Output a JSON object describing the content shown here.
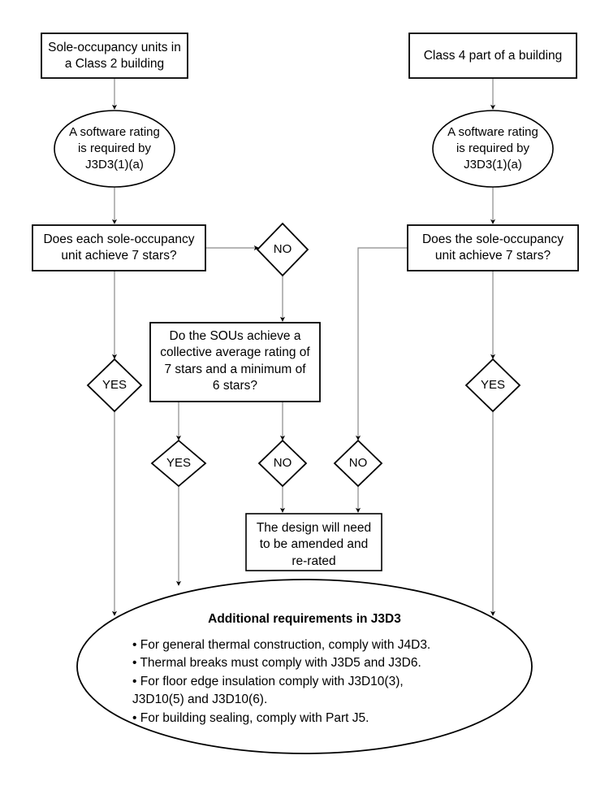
{
  "diagram": {
    "type": "flowchart",
    "title": "Additional requirements in J3D3",
    "background_color": "#ffffff",
    "stroke_color": "#000000",
    "connector_color": "#808080",
    "nodes": {
      "start_left": {
        "shape": "rectangle",
        "label": "Sole-occupancy units in\na Class 2 building",
        "line1": "Sole-occupancy units in",
        "line2": "a Class 2 building"
      },
      "start_right": {
        "shape": "rectangle",
        "label": "Class 4 part of a building",
        "line1": "Class 4 part of a building"
      },
      "rating_left": {
        "shape": "ellipse",
        "line1": "A software rating",
        "line2": "is required by",
        "line3": "J3D3(1)(a)"
      },
      "rating_right": {
        "shape": "ellipse",
        "line1": "A software rating",
        "line2": "is required by",
        "line3": "J3D3(1)(a)"
      },
      "decision_left": {
        "shape": "rectangle",
        "line1": "Does each sole-occupancy",
        "line2": "unit achieve 7 stars?"
      },
      "decision_right": {
        "shape": "rectangle",
        "line1": "Does the sole-occupancy",
        "line2": "unit achieve 7 stars?"
      },
      "sou_average": {
        "shape": "rectangle",
        "line1": "Do the SOUs achieve a",
        "line2": "collective average rating of",
        "line3": "7 stars and a minimum of",
        "line4": "6 stars?"
      },
      "redesign": {
        "shape": "rectangle",
        "line1": "The design will need",
        "line2": "to be amended and",
        "line3": "re-rated"
      },
      "outcome": {
        "shape": "ellipse",
        "title": "Additional requirements in J3D3",
        "bullets": [
          "• For general thermal construction, comply with J4D3.",
          "• Thermal breaks must comply with J3D5 and J3D6.",
          "• For floor edge insulation comply with J3D10(3), J3D10(5) and J3D10(6).",
          "• For building sealing, comply with Part J5."
        ]
      }
    },
    "decision_labels": {
      "no_top": "NO",
      "yes_left": "YES",
      "yes_middle": "YES",
      "no_middle": "NO",
      "no_right_branch": "NO",
      "yes_right": "YES"
    }
  }
}
